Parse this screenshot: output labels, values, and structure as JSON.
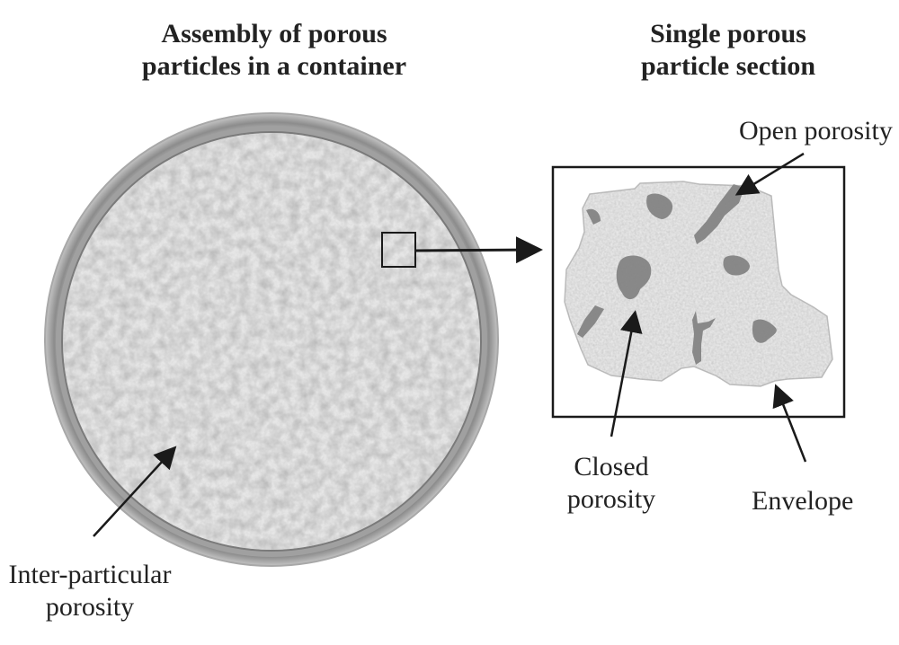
{
  "figure": {
    "left_panel": {
      "title_line1": "Assembly of porous",
      "title_line2": "particles in a container",
      "callout": {
        "label_line1": "Inter-particular",
        "label_line2": "porosity"
      }
    },
    "right_panel": {
      "title_line1": "Single porous",
      "title_line2": "particle section",
      "callouts": {
        "open": "Open porosity",
        "closed_line1": "Closed",
        "closed_line2": "porosity",
        "envelope": "Envelope"
      }
    },
    "colors": {
      "text": "#222222",
      "container_rim": "#9a9a9a",
      "granules": "#dcdcdc",
      "particle_fill": "#e8e8e8",
      "pore_fill": "#8a8a8a",
      "frame": "#1a1a1a"
    }
  }
}
